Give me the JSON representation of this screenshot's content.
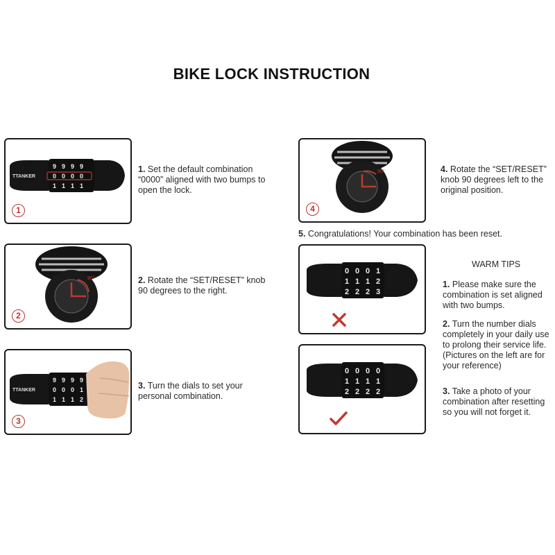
{
  "title": "BIKE LOCK INSTRUCTION",
  "brand": "TTANKER",
  "steps": [
    {
      "badge": "1",
      "num": "1.",
      "text": "Set the default combination “0000” aligned with two bumps to open the lock."
    },
    {
      "badge": "2",
      "num": "2.",
      "text": "Rotate the “SET/RESET” knob 90 degrees to the right."
    },
    {
      "badge": "3",
      "num": "3.",
      "text": "Turn the dials to set your personal combination."
    },
    {
      "badge": "4",
      "num": "4.",
      "text": "Rotate the “SET/RESET” knob 90 degrees left to the original position."
    },
    {
      "num": "5.",
      "text": "Congratulations! Your combination has been reset."
    }
  ],
  "warm_tips": {
    "title": "WARM TIPS",
    "tips": [
      {
        "num": "1.",
        "text": "Please make sure the combination is set aligned with two bumps."
      },
      {
        "num": "2.",
        "text": "Turn the number dials completely in your daily use to prolong their service life. (Pictures on the left are for your reference)"
      },
      {
        "num": "3.",
        "text": "Take a photo of your combination after resetting so you will not forget it."
      }
    ]
  },
  "dials": {
    "p1": {
      "top": [
        "9",
        "9",
        "9",
        "9"
      ],
      "mid": [
        "0",
        "0",
        "0",
        "0"
      ],
      "bot": [
        "1",
        "1",
        "1",
        "1"
      ]
    },
    "p3": {
      "top": [
        "9",
        "9",
        "9",
        "9"
      ],
      "mid": [
        "0",
        "0",
        "0",
        "1"
      ],
      "bot": [
        "1",
        "1",
        "1",
        "2"
      ]
    },
    "wrong": {
      "top": [
        "0",
        "0",
        "0",
        "1"
      ],
      "mid": [
        "1",
        "1",
        "1",
        "2"
      ],
      "bot": [
        "2",
        "2",
        "2",
        "3"
      ]
    },
    "right": {
      "top": [
        "0",
        "0",
        "0",
        "0"
      ],
      "mid": [
        "1",
        "1",
        "1",
        "1"
      ],
      "bot": [
        "2",
        "2",
        "2",
        "2"
      ]
    }
  },
  "colors": {
    "accent": "#c0392b",
    "check": "#c0392b",
    "cross": "#c0392b",
    "lock": "#1c1c1c"
  }
}
